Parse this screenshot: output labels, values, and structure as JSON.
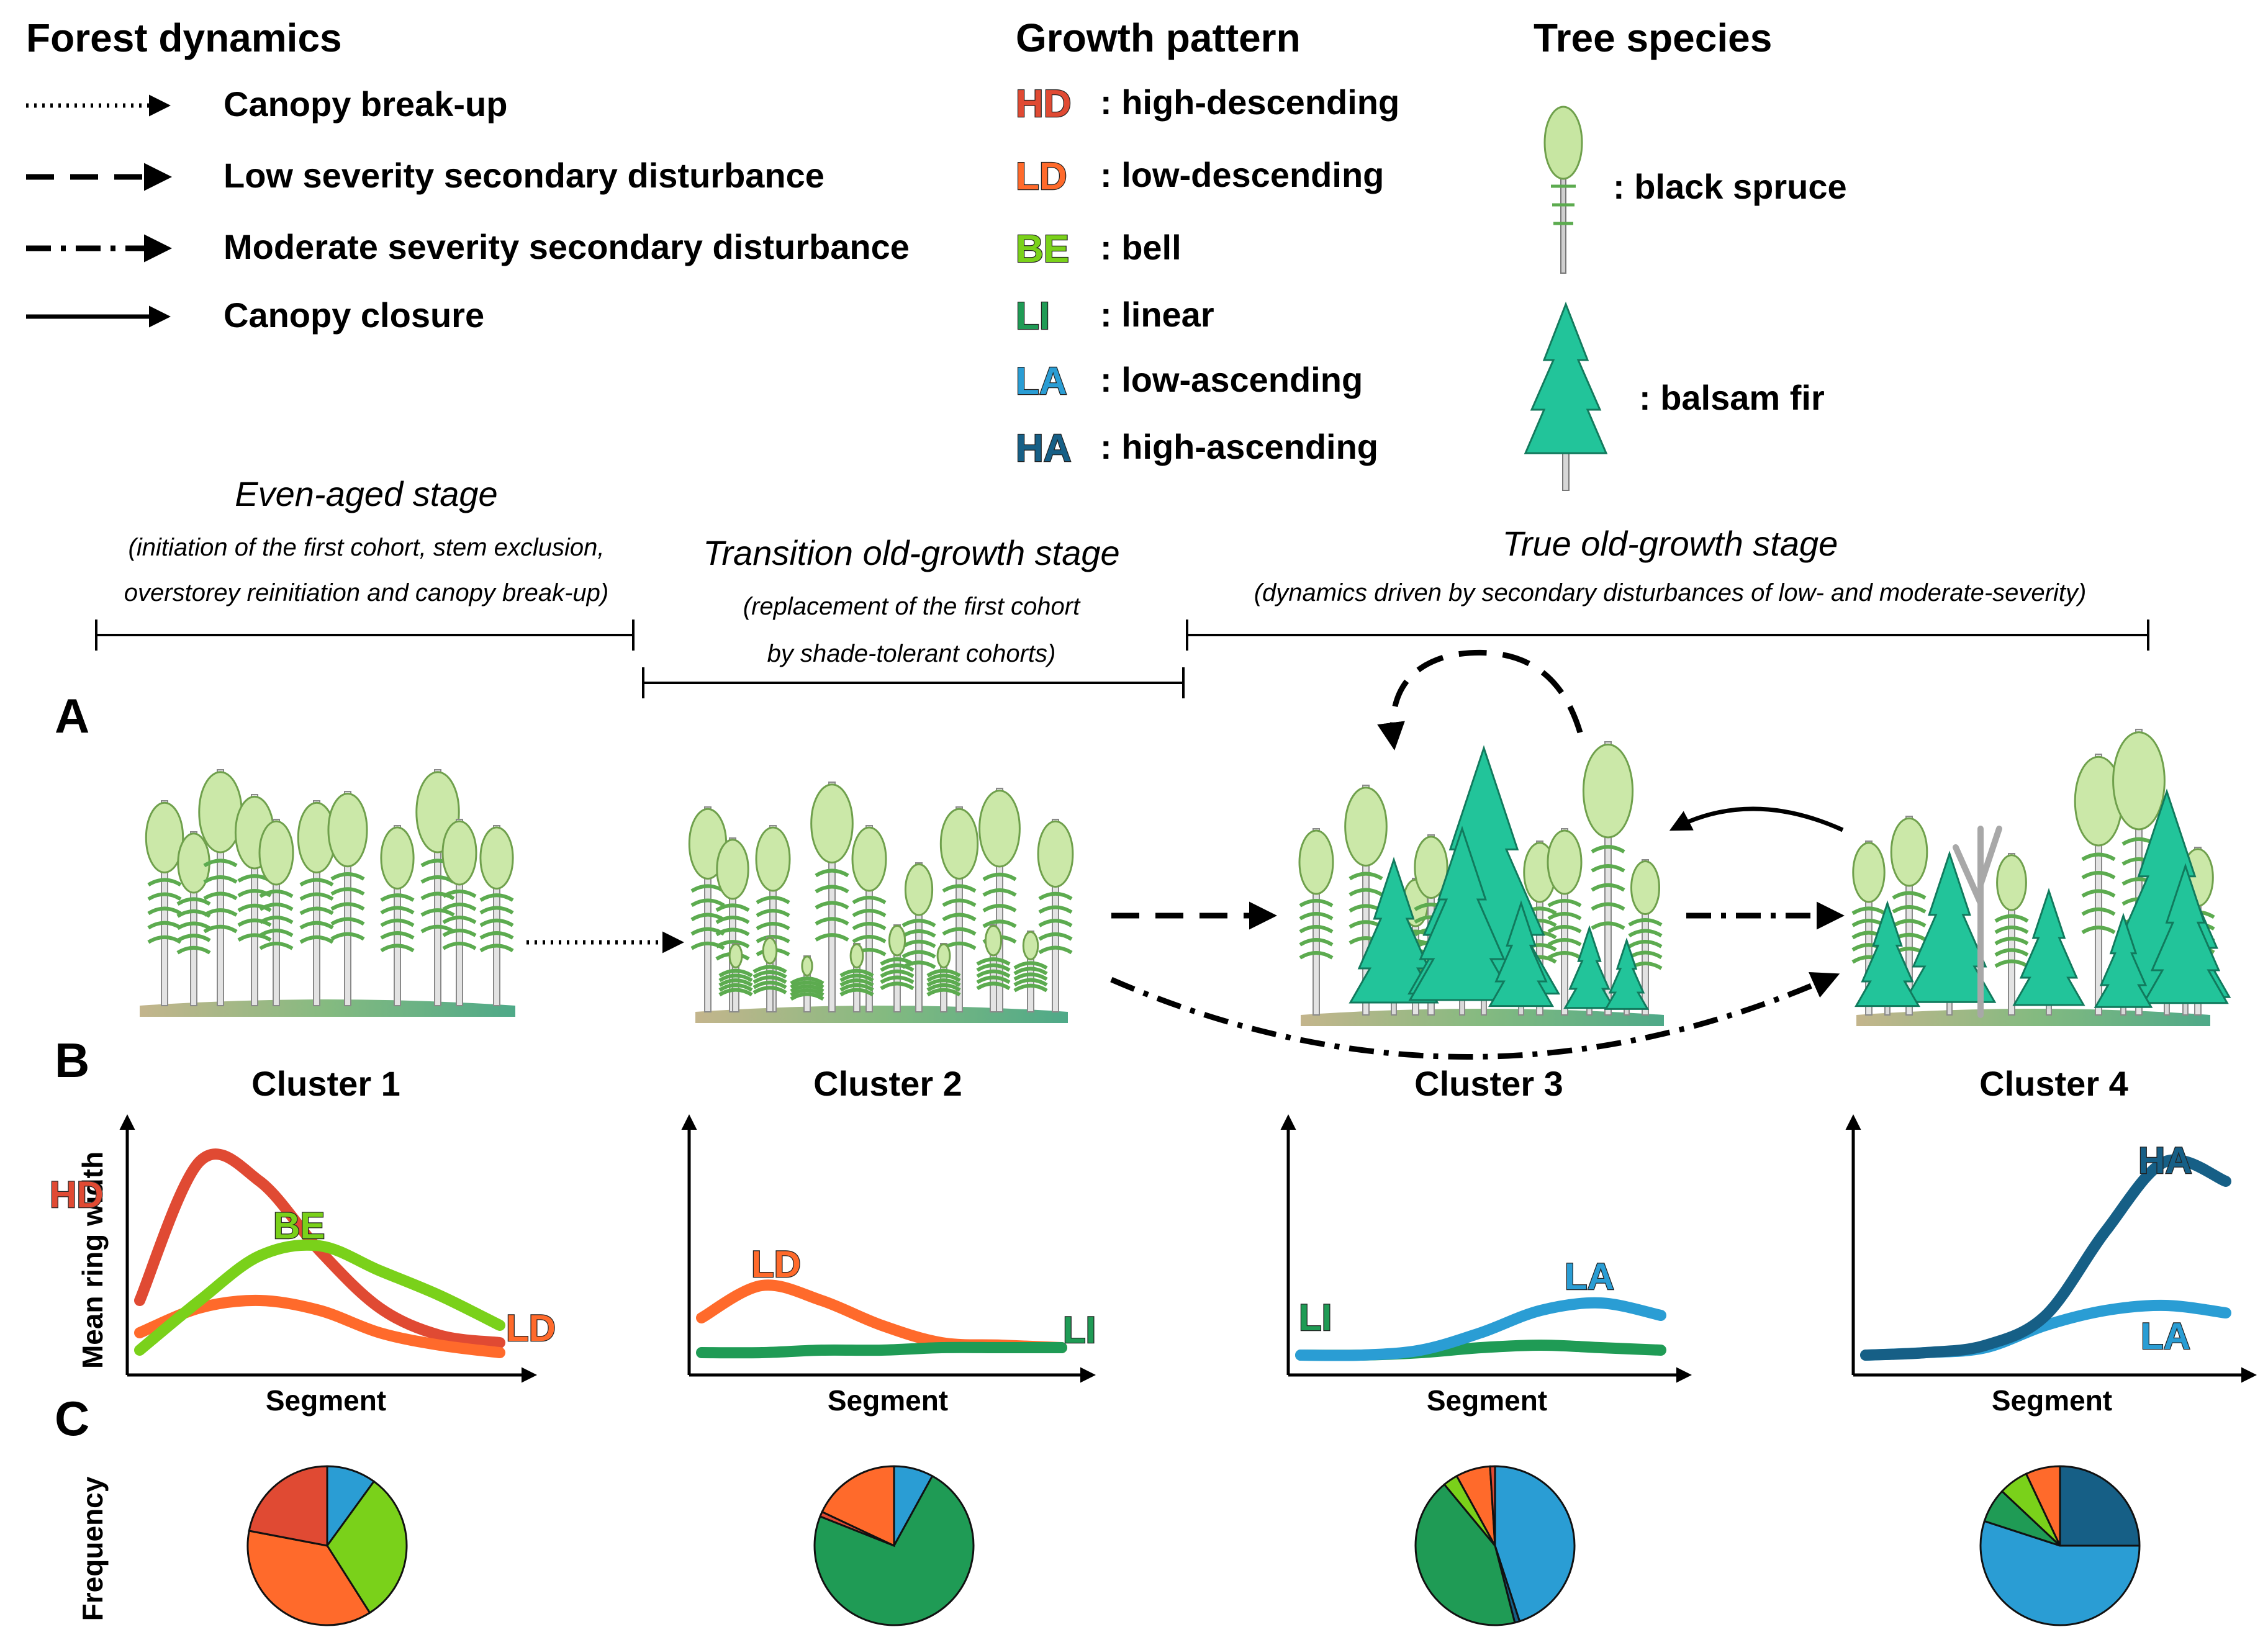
{
  "colors": {
    "HD": "#e04a33",
    "LD": "#ff6a2b",
    "BE": "#7ad11a",
    "LI": "#1f9b55",
    "LA": "#2a9dd4",
    "HA": "#165f86"
  },
  "legend": {
    "forest_dynamics": {
      "title": "Forest dynamics",
      "items": [
        {
          "label": "Canopy break-up",
          "style": "dotted"
        },
        {
          "label": "Low severity secondary disturbance",
          "style": "dashed"
        },
        {
          "label": "Moderate severity secondary disturbance",
          "style": "dashdot"
        },
        {
          "label": "Canopy closure",
          "style": "solid"
        }
      ]
    },
    "growth_pattern": {
      "title": "Growth pattern",
      "items": [
        {
          "code": "HD",
          "label": ": high-descending"
        },
        {
          "code": "LD",
          "label": ": low-descending"
        },
        {
          "code": "BE",
          "label": ": bell"
        },
        {
          "code": "LI",
          "label": ": linear"
        },
        {
          "code": "LA",
          "label": ": low-ascending"
        },
        {
          "code": "HA",
          "label": ": high-ascending"
        }
      ]
    },
    "tree_species": {
      "title": "Tree species",
      "items": [
        {
          "label": ": black spruce",
          "icon": "black-spruce-icon"
        },
        {
          "label": ": balsam fir",
          "icon": "balsam-fir-icon"
        }
      ]
    }
  },
  "stages": [
    {
      "title": "Even-aged stage",
      "line1": "(initiation of the first cohort, stem exclusion,",
      "line2": "overstorey reinitiation and canopy break-up)"
    },
    {
      "title": "Transition old-growth stage",
      "line1": "(replacement of the first cohort",
      "line2": "by shade-tolerant cohorts)"
    },
    {
      "title": "True old-growth stage",
      "line1": "(dynamics driven by secondary disturbances of low- and moderate-severity)",
      "line2": ""
    }
  ],
  "panels": {
    "A": "A",
    "B": "B",
    "C": "C"
  },
  "axes": {
    "y_label": "Mean ring width",
    "x_label": "Segment",
    "freq_label": "Frequency"
  },
  "clusters": [
    {
      "name": "Cluster 1",
      "curves": [
        {
          "pattern": "HD",
          "label": "HD",
          "y": [
            0.3,
            0.86,
            0.78,
            0.5,
            0.27,
            0.16,
            0.13
          ]
        },
        {
          "pattern": "LD",
          "label": "LD",
          "y": [
            0.17,
            0.27,
            0.3,
            0.26,
            0.17,
            0.12,
            0.09
          ]
        },
        {
          "pattern": "BE",
          "label": "BE",
          "y": [
            0.1,
            0.3,
            0.48,
            0.52,
            0.42,
            0.32,
            0.2
          ]
        }
      ],
      "pie": [
        {
          "pattern": "LA",
          "value": 10
        },
        {
          "pattern": "BE",
          "value": 31
        },
        {
          "pattern": "LD",
          "value": 37
        },
        {
          "pattern": "HD",
          "value": 22
        }
      ]
    },
    {
      "name": "Cluster 2",
      "curves": [
        {
          "pattern": "LD",
          "label": "LD",
          "y": [
            0.23,
            0.36,
            0.3,
            0.2,
            0.13,
            0.12,
            0.11
          ]
        },
        {
          "pattern": "LI",
          "label": "LI",
          "y": [
            0.09,
            0.09,
            0.1,
            0.1,
            0.11,
            0.11,
            0.11
          ]
        }
      ],
      "pie": [
        {
          "pattern": "LA",
          "value": 8
        },
        {
          "pattern": "LI",
          "value": 73
        },
        {
          "pattern": "HD",
          "value": 1
        },
        {
          "pattern": "LD",
          "value": 18
        }
      ]
    },
    {
      "name": "Cluster 3",
      "curves": [
        {
          "pattern": "LI",
          "label": "LI",
          "y": [
            0.08,
            0.08,
            0.09,
            0.11,
            0.12,
            0.11,
            0.1
          ]
        },
        {
          "pattern": "LA",
          "label": "LA",
          "y": [
            0.08,
            0.08,
            0.1,
            0.17,
            0.26,
            0.29,
            0.24
          ]
        }
      ],
      "pie": [
        {
          "pattern": "LA",
          "value": 45
        },
        {
          "pattern": "HA",
          "value": 1
        },
        {
          "pattern": "LI",
          "value": 43
        },
        {
          "pattern": "BE",
          "value": 3
        },
        {
          "pattern": "LD",
          "value": 7
        },
        {
          "pattern": "HD",
          "value": 1
        }
      ]
    },
    {
      "name": "Cluster 4",
      "curves": [
        {
          "pattern": "LA",
          "label": "LA",
          "y": [
            0.08,
            0.09,
            0.11,
            0.2,
            0.26,
            0.28,
            0.25
          ]
        },
        {
          "pattern": "HA",
          "label": "HA",
          "y": [
            0.08,
            0.09,
            0.12,
            0.24,
            0.58,
            0.86,
            0.78
          ]
        }
      ],
      "pie": [
        {
          "pattern": "HA",
          "value": 25
        },
        {
          "pattern": "LA",
          "value": 55
        },
        {
          "pattern": "LI",
          "value": 7
        },
        {
          "pattern": "BE",
          "value": 6
        },
        {
          "pattern": "LD",
          "value": 7
        }
      ]
    }
  ]
}
